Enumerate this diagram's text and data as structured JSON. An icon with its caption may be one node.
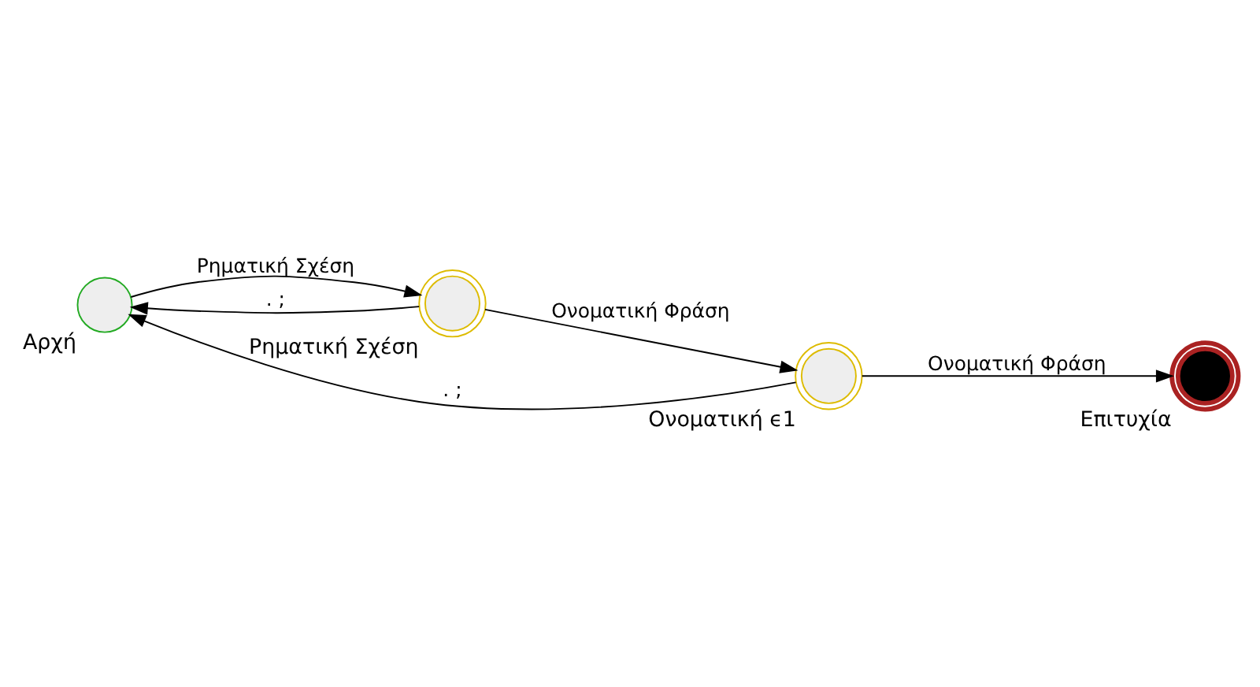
{
  "diagram": {
    "nodes": [
      {
        "text": [
          "Αρχή"
        ]
      },
      {
        "text": [
          "Ρηματική Σχέση"
        ]
      },
      {
        "text": [
          "Ονοματική ϵ1"
        ]
      },
      {
        "text": [
          "Επιτυχία"
        ]
      }
    ],
    "edges": [
      {
        "from": 0,
        "to": 1,
        "arrow": "to",
        "label": "Ρηματική Σχέση"
      },
      {
        "from": 1,
        "to": 0,
        "arrow": "to",
        "label": ". ;"
      },
      {
        "from": 1,
        "to": 2,
        "arrow": "to",
        "label": "Ονοματική Φράση"
      },
      {
        "from": 2,
        "to": 0,
        "arrow": "to",
        "label": ". ;"
      },
      {
        "from": 2,
        "to": 3,
        "arrow": "to",
        "label": "Ονοματική Φράση"
      }
    ]
  }
}
